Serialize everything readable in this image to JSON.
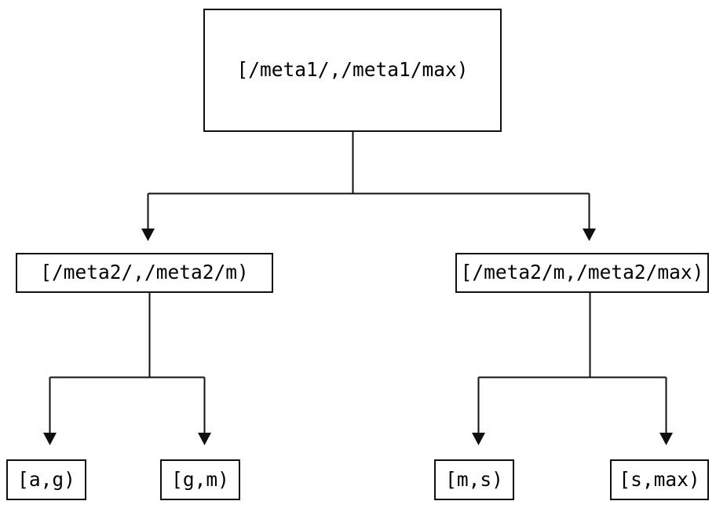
{
  "diagram": {
    "type": "tree",
    "title": "",
    "background_color": "#ffffff",
    "line_color": "#101010",
    "text_color": "#000000",
    "nodes": {
      "root": {
        "label": "[/meta1/,/meta1/max)"
      },
      "level2": [
        {
          "label": "[/meta2/,/meta2/m)"
        },
        {
          "label": "[/meta2/m,/meta2/max)"
        }
      ],
      "leaves": [
        {
          "label": "[a,g)"
        },
        {
          "label": "[g,m)"
        },
        {
          "label": "[m,s)"
        },
        {
          "label": "[s,max)"
        }
      ]
    }
  }
}
